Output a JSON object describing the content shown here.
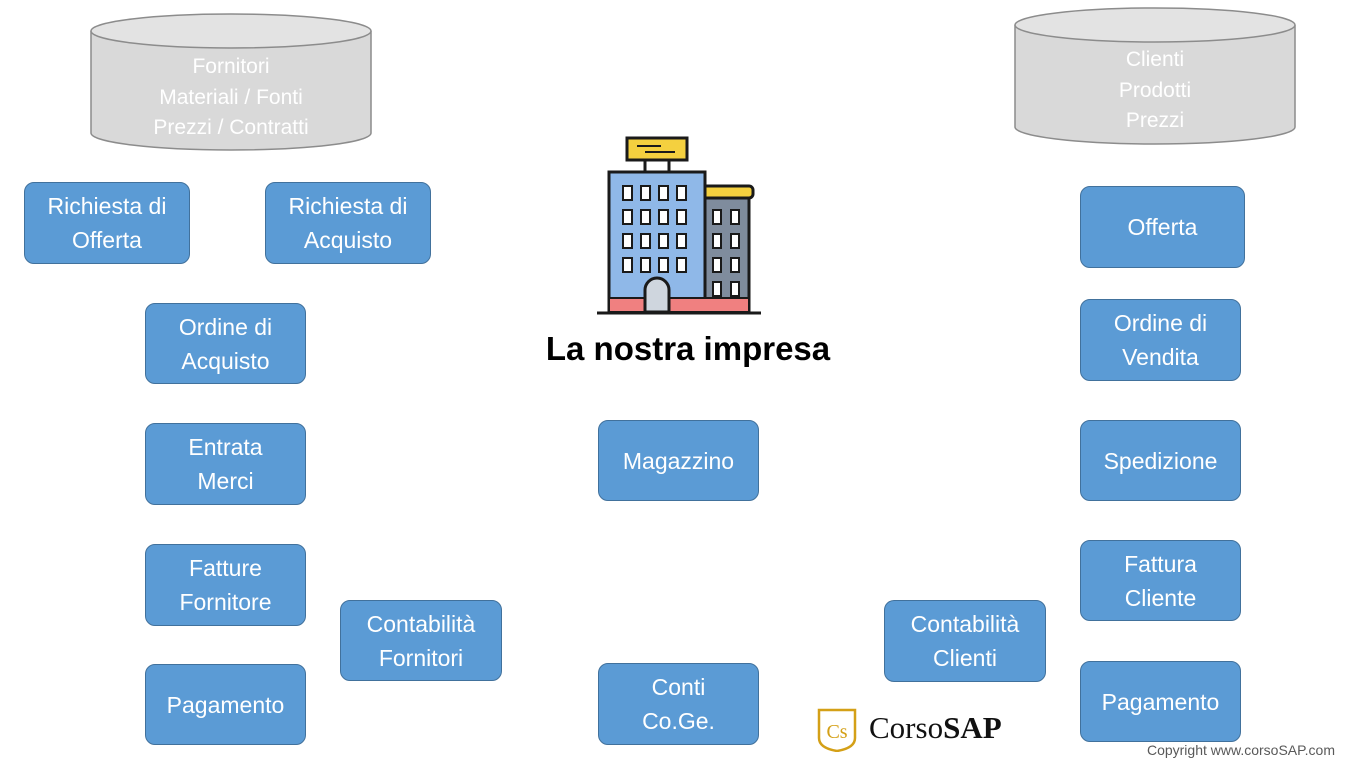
{
  "databases": {
    "left": "Fornitori\nMateriali / Fonti\nPrezzi / Contratti",
    "right": "Clienti\nProdotti\nPrezzi"
  },
  "center": {
    "title": "La nostra impresa",
    "magazzino": "Magazzino",
    "conti": "Conti\nCo.Ge."
  },
  "purchase": {
    "richiesta_offerta": "Richiesta di\nOfferta",
    "richiesta_acquisto": "Richiesta di\nAcquisto",
    "ordine_acquisto": "Ordine di\nAcquisto",
    "entrata_merci": "Entrata\nMerci",
    "fatture_fornitore": "Fatture\nFornitore",
    "contabilita_fornitori": "Contabilità\nFornitori",
    "pagamento": "Pagamento"
  },
  "sales": {
    "offerta": "Offerta",
    "ordine_vendita": "Ordine di\nVendita",
    "spedizione": "Spedizione",
    "fattura_cliente": "Fattura\nCliente",
    "contabilita_clienti": "Contabilità\nClienti",
    "pagamento": "Pagamento"
  },
  "logo": {
    "mark": "Cs",
    "name_regular": "Corso",
    "name_bold": "SAP"
  },
  "copyright": "Copyright www.corsoSAP.com",
  "colors": {
    "box_fill": "#5b9bd5",
    "box_border": "#41719c",
    "db_fill": "#d9d9d9"
  }
}
